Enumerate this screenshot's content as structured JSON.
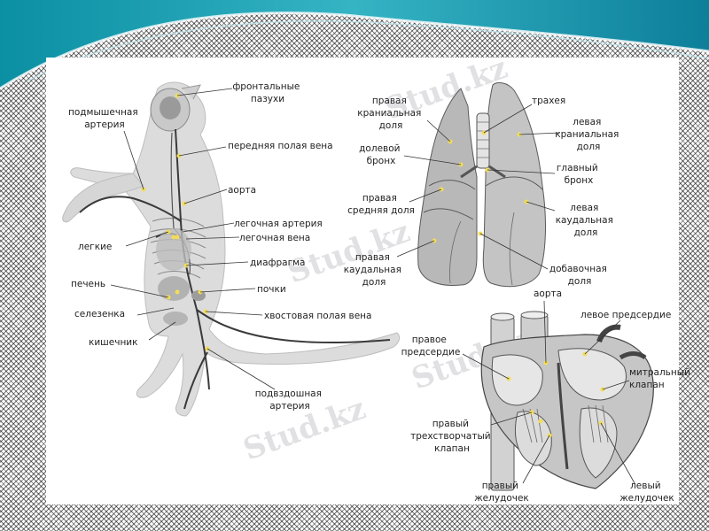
{
  "watermark": "Stud.kz",
  "cat_labels": {
    "frontal_sinuses": [
      "фронтальные",
      "пазухи"
    ],
    "axillary_artery": [
      "подмышечная",
      "артерия"
    ],
    "anterior_vena_cava": "передняя полая вена",
    "aorta": "аорта",
    "pulmonary_artery": "легочная артерия",
    "lungs": "легкие",
    "pulmonary_vein": "легочная вена",
    "diaphragm": "диафрагма",
    "liver": "печень",
    "kidneys": "почки",
    "spleen": "селезенка",
    "caudal_vena_cava": "хвостовая полая вена",
    "intestine": "кишечник",
    "iliac_artery": [
      "подвздошная",
      "артерия"
    ]
  },
  "lung_labels": {
    "right_cranial_lobe": [
      "правая",
      "краниальная",
      "доля"
    ],
    "trachea": "трахея",
    "left_cranial_lobe": [
      "левая",
      "краниальная",
      "доля"
    ],
    "lobar_bronchus": [
      "долевой",
      "бронх"
    ],
    "main_bronchus": [
      "главный",
      "бронх"
    ],
    "right_middle_lobe": [
      "правая",
      "средняя доля"
    ],
    "left_caudal_lobe": [
      "левая",
      "каудальная",
      "доля"
    ],
    "right_caudal_lobe": [
      "правая",
      "каудальная",
      "доля"
    ],
    "accessory_lobe": [
      "добавочная",
      "доля"
    ]
  },
  "heart_labels": {
    "aorta": "аорта",
    "left_atrium": "левое предсердие",
    "right_atrium": [
      "правое",
      "предсердие"
    ],
    "mitral_valve": [
      "митральный",
      "клапан"
    ],
    "tricuspid_valve": [
      "правый",
      "трехстворчатый",
      "клапан"
    ],
    "right_ventricle": [
      "правый",
      "желудочек"
    ],
    "left_ventricle": [
      "левый",
      "желудочек"
    ]
  }
}
